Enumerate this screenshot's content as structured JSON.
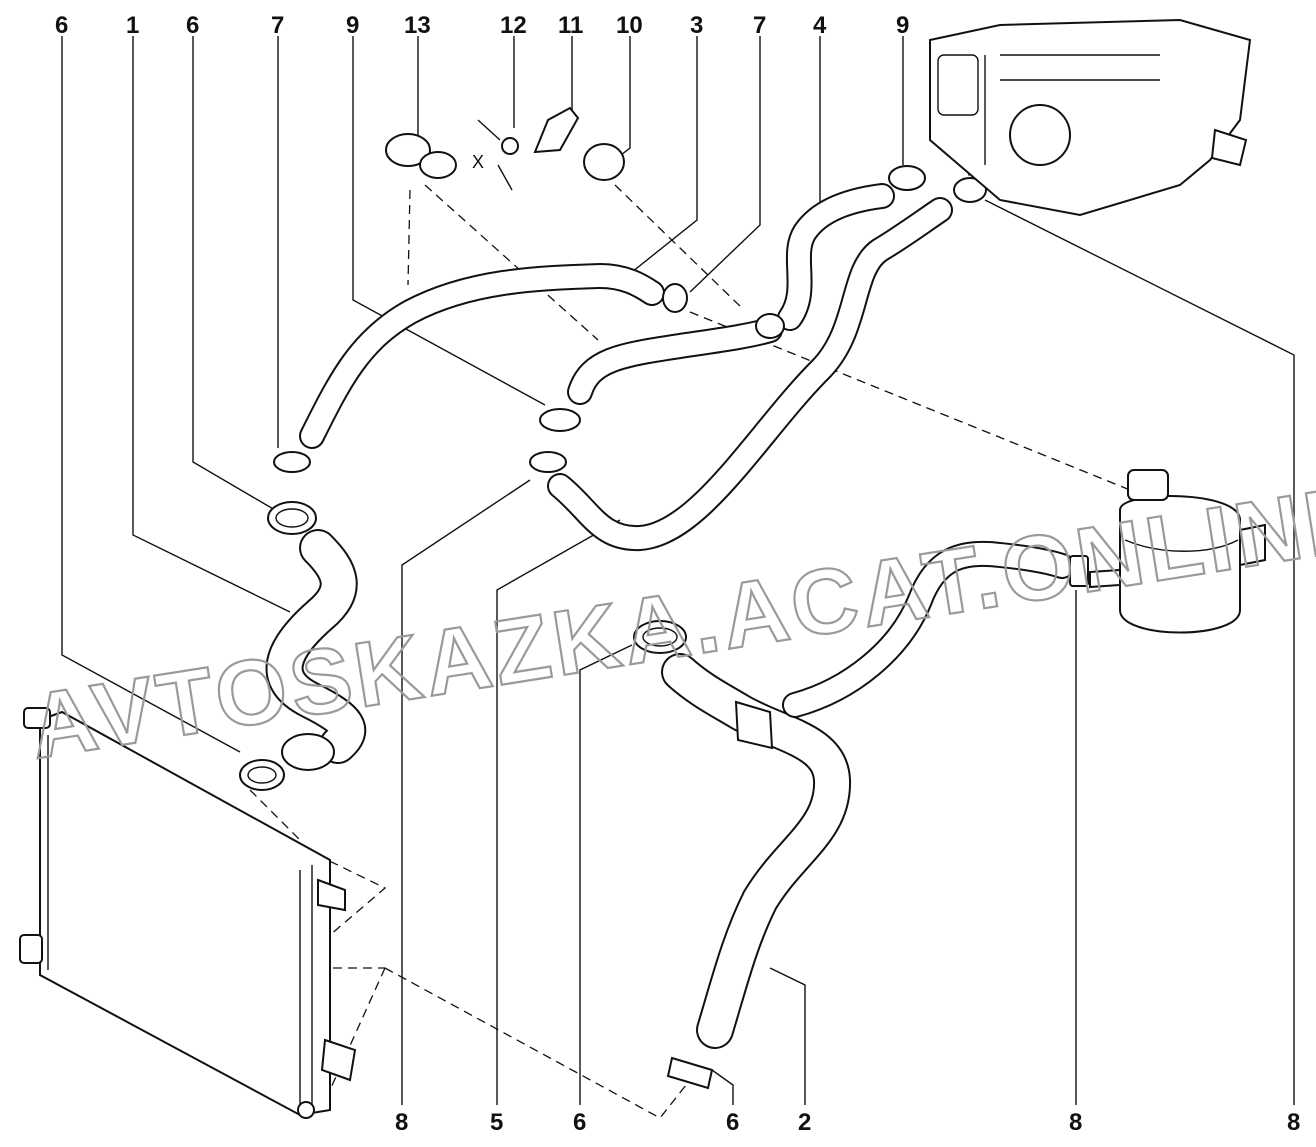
{
  "callouts": [
    {
      "id": "top-6a",
      "text": "6"
    },
    {
      "id": "top-1",
      "text": "1"
    },
    {
      "id": "top-6b",
      "text": "6"
    },
    {
      "id": "top-7a",
      "text": "7"
    },
    {
      "id": "top-9a",
      "text": "9"
    },
    {
      "id": "top-13",
      "text": "13"
    },
    {
      "id": "top-12",
      "text": "12"
    },
    {
      "id": "top-11",
      "text": "11"
    },
    {
      "id": "top-10",
      "text": "10"
    },
    {
      "id": "top-3",
      "text": "3"
    },
    {
      "id": "top-7b",
      "text": "7"
    },
    {
      "id": "top-4",
      "text": "4"
    },
    {
      "id": "top-9b",
      "text": "9"
    },
    {
      "id": "bot-8a",
      "text": "8"
    },
    {
      "id": "bot-5",
      "text": "5"
    },
    {
      "id": "bot-6a",
      "text": "6"
    },
    {
      "id": "bot-6b",
      "text": "6"
    },
    {
      "id": "bot-2",
      "text": "2"
    },
    {
      "id": "bot-8b",
      "text": "8"
    },
    {
      "id": "bot-8c",
      "text": "8"
    }
  ],
  "dimension_label": "X",
  "watermark": {
    "line1": "AVTOSKAZKA.ACAT.ONLINE"
  }
}
